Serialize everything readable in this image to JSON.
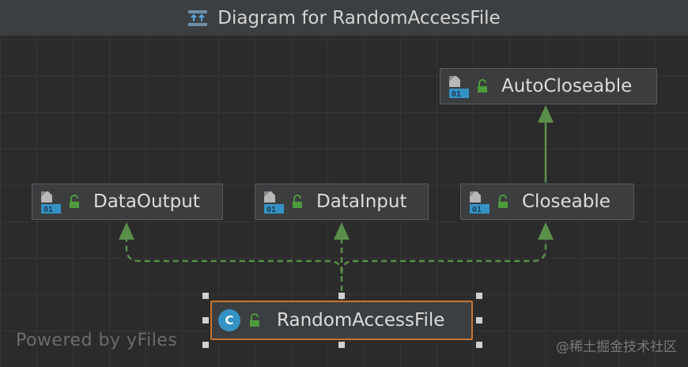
{
  "window": {
    "title": "Diagram for RandomAccessFile",
    "title_icon": "class-diagram-icon"
  },
  "diagram": {
    "nodes": {
      "auto_closeable": {
        "label": "AutoCloseable",
        "kind": "interface"
      },
      "data_output": {
        "label": "DataOutput",
        "kind": "interface"
      },
      "data_input": {
        "label": "DataInput",
        "kind": "interface"
      },
      "closeable": {
        "label": "Closeable",
        "kind": "interface"
      },
      "random_access_file": {
        "label": "RandomAccessFile",
        "kind": "class",
        "selected": true
      }
    },
    "icons": {
      "interface": "interface-icon",
      "class": "class-icon",
      "access": "unlocked-lock-icon"
    },
    "class_icon_letter": "C",
    "edges": [
      {
        "from": "closeable",
        "to": "auto_closeable",
        "style": "solid"
      },
      {
        "from": "random_access_file",
        "to": "data_output",
        "style": "dashed"
      },
      {
        "from": "random_access_file",
        "to": "data_input",
        "style": "dashed"
      },
      {
        "from": "random_access_file",
        "to": "closeable",
        "style": "dashed"
      }
    ]
  },
  "footer": {
    "powered_by": "Powered by yFiles",
    "watermark": "@稀土掘金技术社区"
  },
  "colors": {
    "edge": "#5a8f4a",
    "selection": "#c8742e",
    "class_icon": "#3592c4",
    "interface_icon": "#3592c4",
    "lock": "#4e9a3d"
  }
}
